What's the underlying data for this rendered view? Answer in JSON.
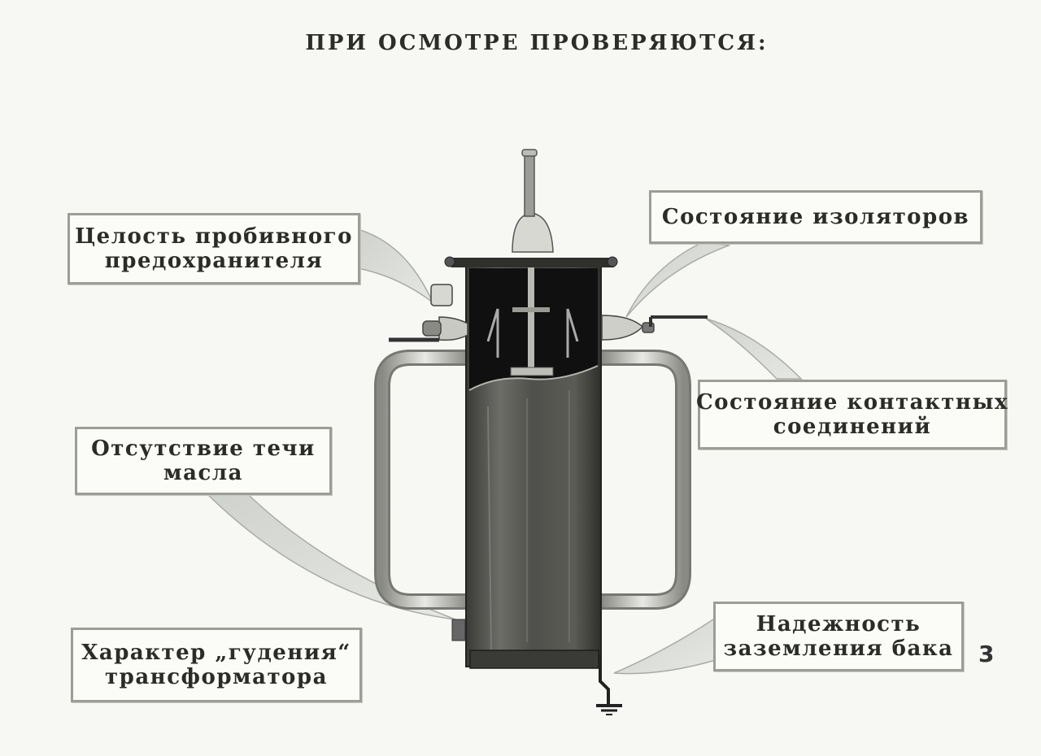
{
  "title": "ПРИ ОСМОТРЕ ПРОВЕРЯЮТСЯ:",
  "page_number": "3",
  "callouts": {
    "fuse": {
      "line1": "Целость пробивного",
      "line2": "предохранителя"
    },
    "insulators": {
      "line1": "Состояние изоляторов"
    },
    "contacts": {
      "line1": "Состояние контактных",
      "line2": "соединений"
    },
    "oil": {
      "line1": "Отсутствие течи",
      "line2": "масла"
    },
    "hum": {
      "line1": "Характер „гудения“",
      "line2": "трансформатора"
    },
    "grounding": {
      "line1": "Надежность",
      "line2": "заземления бака"
    }
  }
}
